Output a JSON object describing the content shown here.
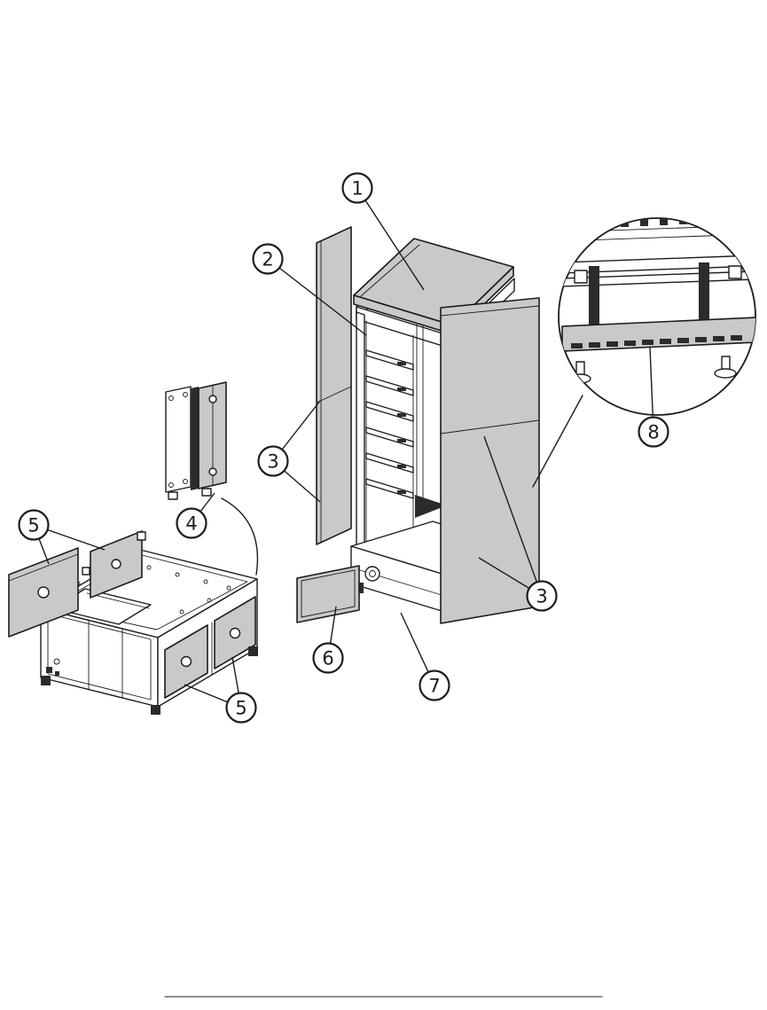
{
  "figure": {
    "description": "Exploded isometric parts diagram of a rack cabinet: top cover, frame, side panels, hinge bracket, access covers, base assembly, and a magnified circular detail of the rear base",
    "colors": {
      "line": "#1c1c1c",
      "panel_fill": "#c9c9c9",
      "panel_fill_light": "#d9d9d9",
      "dark_fill": "#2b2b2b",
      "callout_fill": "#ffffff",
      "background": "#ffffff"
    },
    "callouts": [
      {
        "label": "1"
      },
      {
        "label": "2"
      },
      {
        "label": "3"
      },
      {
        "label": "4"
      },
      {
        "label": "5"
      },
      {
        "label": "5"
      },
      {
        "label": "6"
      },
      {
        "label": "7"
      },
      {
        "label": "3"
      },
      {
        "label": "8"
      }
    ]
  }
}
